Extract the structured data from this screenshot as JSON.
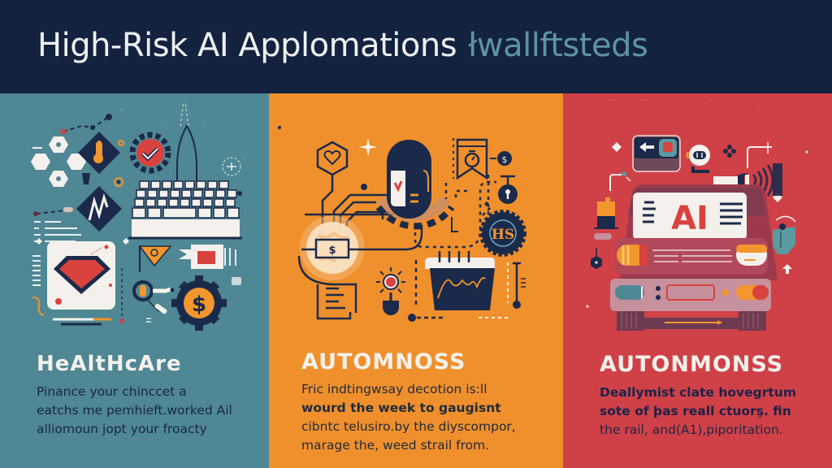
{
  "header": {
    "title": "High-Risk AI Applomations",
    "title_accent": "łwallftsteds"
  },
  "colors": {
    "header_bg": "#13233f",
    "teal_panel": "#4f8794",
    "orange_panel": "#f0902c",
    "red_panel": "#cf4147",
    "navy": "#1b2a4a",
    "off_white": "#f4f1ec",
    "accent_red": "#d9423f",
    "accent_orange": "#f2962d"
  },
  "panels": [
    {
      "id": "healthcare",
      "heading": "HeAltHcAre",
      "lines": [
        "Pinance your chinccet a",
        "eatchs me pemhieft.worked Ail",
        "alliomoun jopt your froacty"
      ],
      "icons": [
        "flower-icon",
        "lightbulb-diamond-icon",
        "chart-diamond-icon",
        "check-gear-icon",
        "keyboard-icon",
        "gem-icon",
        "flag-icon",
        "magnifier-icon",
        "dollar-gear-icon"
      ]
    },
    {
      "id": "automation",
      "heading": "AUTOMNOSS",
      "lines": [
        "Fric indtingwsay decotion is:ll",
        "wourd the week to gaugisnt",
        "cibntc telusiro.by the diyscompor,",
        "marage the, weed strail from."
      ],
      "icons": [
        "heart-hexagon-icon",
        "robot-capsule-icon",
        "globe-dollar-icon",
        "stopwatch-icon",
        "dollar-coin-icon",
        "lock-icon",
        "hs-badge-icon",
        "lightbulb-icon",
        "calendar-chart-icon"
      ]
    },
    {
      "id": "autonomous",
      "heading": "AUTONMONSS",
      "lines": [
        "Deallymist clate hovegrtum",
        "sote of þas reall ctuorş. fin",
        "the rail, and(A1),piporitation."
      ],
      "windshield_label": "AI",
      "icons": [
        "screen-icon",
        "camera-icon",
        "battery-icon",
        "speaker-icon",
        "car-icon",
        "bag-icon",
        "arrow-up-icon"
      ]
    }
  ]
}
